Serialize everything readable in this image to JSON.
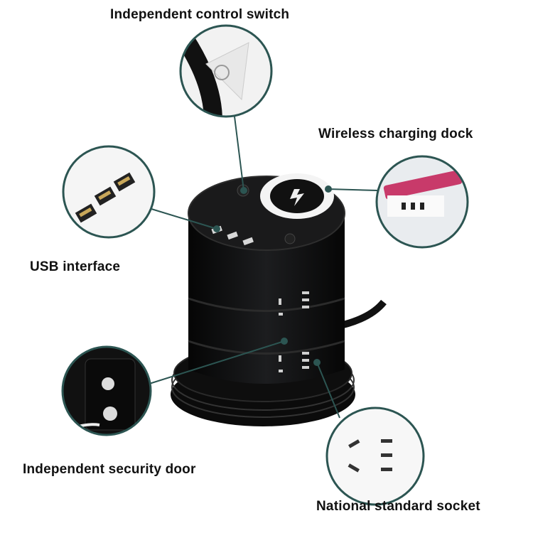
{
  "callouts": {
    "control_switch": "Independent control switch",
    "wireless_dock": "Wireless charging dock",
    "usb": "USB interface",
    "security_door": "Independent security door",
    "national_socket": "National standard socket"
  },
  "colors": {
    "leader_line": "#2c5552",
    "product_body": "#121314",
    "accent_ring": "#f4f4f4"
  }
}
